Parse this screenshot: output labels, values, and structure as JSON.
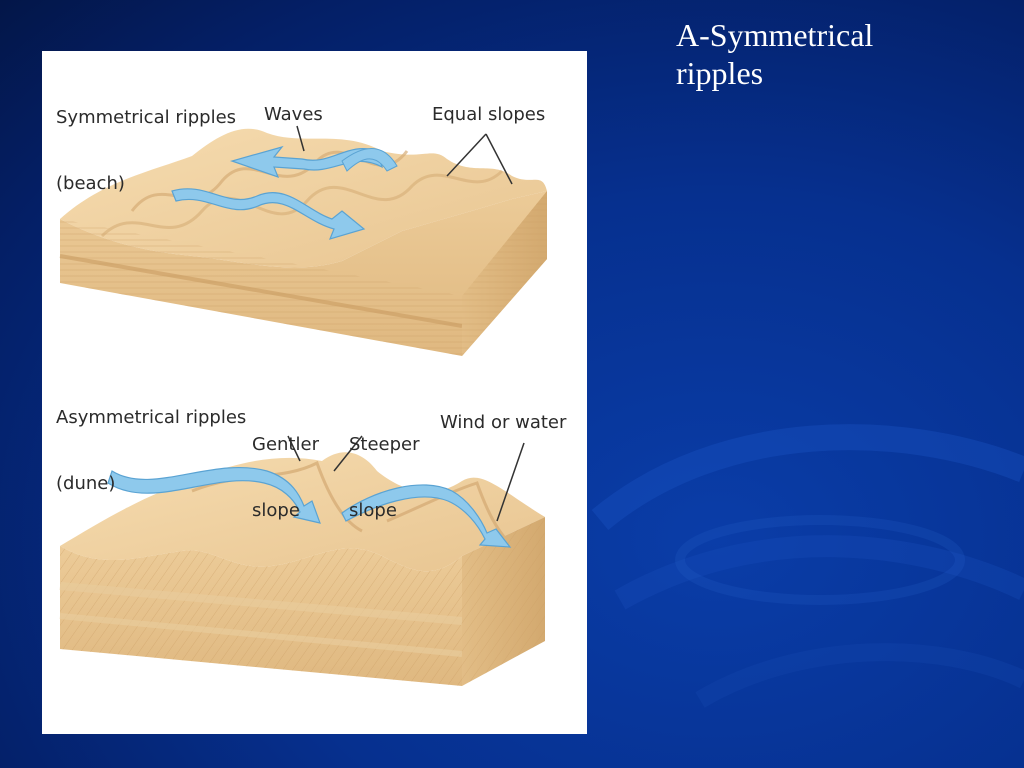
{
  "slide": {
    "title_line1": "A-Symmetrical",
    "title_line2": "ripples"
  },
  "figure": {
    "top_panel": {
      "heading_line1": "Symmetrical ripples",
      "heading_line2": "(beach)",
      "waves_label": "Waves",
      "equal_slopes_label": "Equal slopes"
    },
    "bottom_panel": {
      "heading_line1": "Asymmetrical ripples",
      "heading_line2": "(dune)",
      "gentler_line1": "Gentler",
      "gentler_line2": "slope",
      "steeper_line1": "Steeper",
      "steeper_line2": "slope",
      "wind_label": "Wind or water"
    }
  },
  "colors": {
    "background": "#06308f",
    "sand_top": "#f0d3a4",
    "sand_side": "#e6c28e",
    "arrow": "#8ec9ec"
  }
}
